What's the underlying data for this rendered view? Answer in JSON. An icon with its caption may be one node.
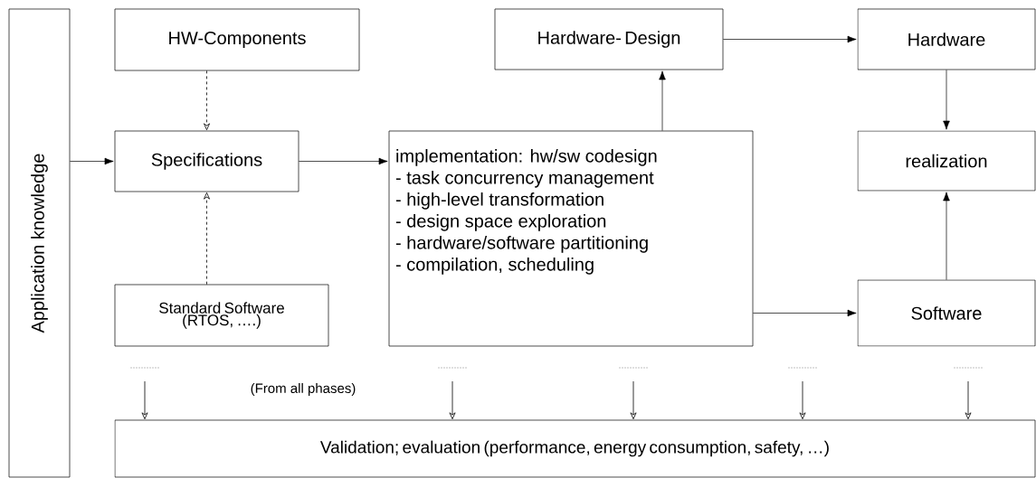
{
  "diagram": {
    "nodes": [
      {
        "text": [
          "Application knowledge"
        ]
      },
      {
        "text": [
          "HW-Components"
        ]
      },
      {
        "text": [
          "Specifications"
        ]
      },
      {
        "text": [
          "Standard Software (RTOS, ….)"
        ]
      },
      {
        "text": [
          "implementation: hw/sw codesign",
          "- task concurrency management",
          "- high-level transformation",
          "- design space exploration",
          "- hardware/software partitioning",
          "- compilation, scheduling"
        ]
      },
      {
        "text": [
          "Hardware- Design"
        ]
      },
      {
        "text": [
          "Hardware"
        ]
      },
      {
        "text": [
          "realization"
        ]
      },
      {
        "text": [
          "Software"
        ]
      },
      {
        "text": [
          "Validation; evaluation (performance, energy consumption, safety, …)"
        ]
      }
    ],
    "edges": [
      {
        "from": 0,
        "to": 2,
        "arrow": "to"
      },
      {
        "from": 1,
        "to": 2,
        "arrow": "to",
        "style": "dashed"
      },
      {
        "from": 3,
        "to": 2,
        "arrow": "to",
        "style": "dashed"
      },
      {
        "from": 2,
        "to": 4,
        "arrow": "to"
      },
      {
        "from": 4,
        "to": 5,
        "arrow": "to"
      },
      {
        "from": 5,
        "to": 6,
        "arrow": "to"
      },
      {
        "from": 6,
        "to": 7,
        "arrow": "to"
      },
      {
        "from": 8,
        "to": 7,
        "arrow": "to"
      },
      {
        "from": 4,
        "to": 8,
        "arrow": "to"
      },
      {
        "from": null,
        "to": 9,
        "arrow": "to"
      },
      {
        "from": null,
        "to": 9,
        "arrow": "to"
      },
      {
        "from": null,
        "to": 9,
        "arrow": "to"
      },
      {
        "from": null,
        "to": 9,
        "arrow": "to"
      },
      {
        "from": null,
        "to": 9,
        "arrow": "to"
      }
    ],
    "labels": [
      "(From all phases)"
    ]
  }
}
